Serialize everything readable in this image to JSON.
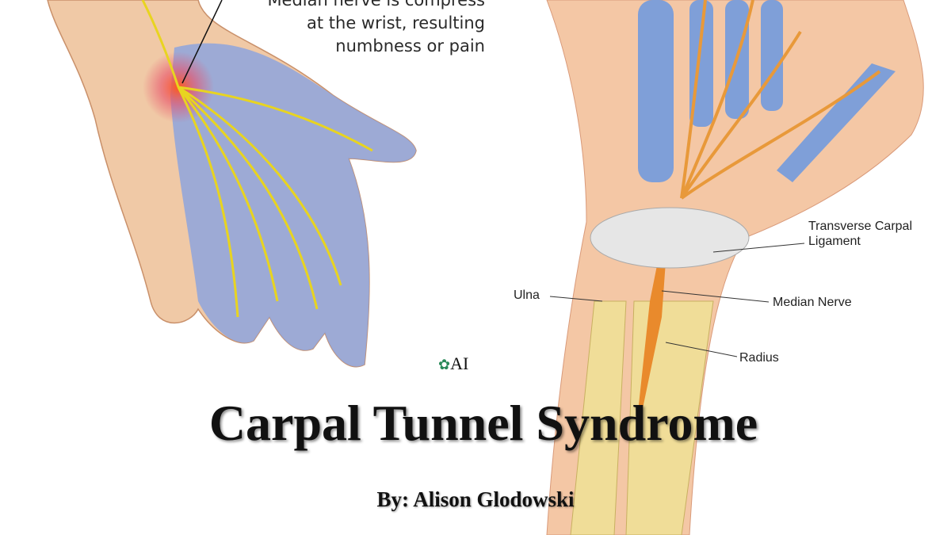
{
  "caption": {
    "line1": "Median nerve is compress",
    "line2": "at the wrist, resulting",
    "line3": "numbness or pain"
  },
  "labels": {
    "ligament_line1": "Transverse Carpal",
    "ligament_line2": "Ligament",
    "ulna": "Ulna",
    "median_nerve": "Median Nerve",
    "radius": "Radius"
  },
  "logo": {
    "text": "AI"
  },
  "title": "Carpal Tunnel Syndrome",
  "byline": "By: Alison Glodowski"
}
